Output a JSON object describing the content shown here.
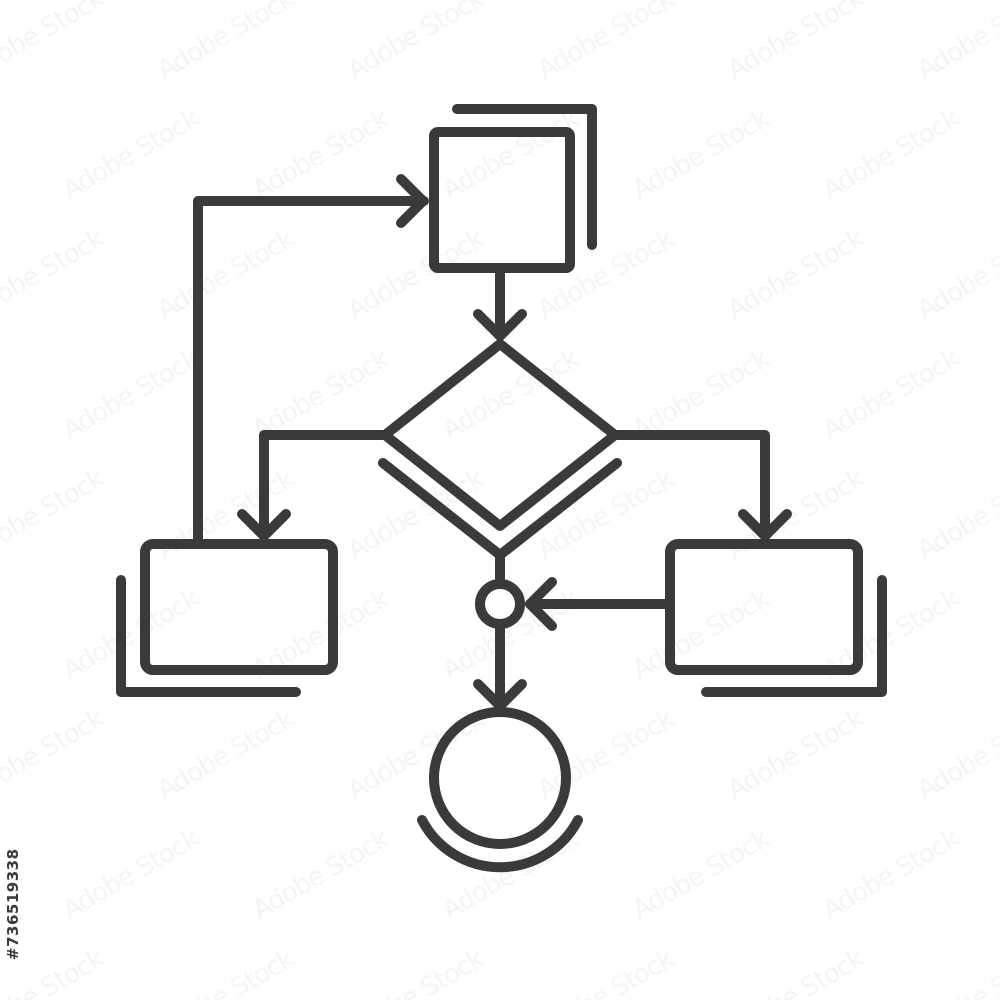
{
  "colors": {
    "background": "#ffffff",
    "stroke": "#3a3a3a",
    "watermark": "#969696"
  },
  "watermark": {
    "text": "Adobe Stock"
  },
  "stock_id": {
    "text": "#736519338"
  },
  "diagram": {
    "icon_name": "flowchart-icon",
    "nodes": [
      {
        "id": "start-process",
        "shape": "square",
        "stacked": true
      },
      {
        "id": "decision",
        "shape": "diamond"
      },
      {
        "id": "left-process",
        "shape": "rectangle",
        "stacked": true
      },
      {
        "id": "right-process",
        "shape": "rectangle",
        "stacked": true
      },
      {
        "id": "junction",
        "shape": "small-circle"
      },
      {
        "id": "terminator",
        "shape": "circle"
      }
    ],
    "edges": [
      {
        "from": "start-process",
        "to": "decision"
      },
      {
        "from": "decision",
        "to": "left-process"
      },
      {
        "from": "decision",
        "to": "right-process"
      },
      {
        "from": "decision",
        "to": "junction"
      },
      {
        "from": "right-process",
        "to": "junction"
      },
      {
        "from": "junction",
        "to": "terminator"
      },
      {
        "from": "left-process",
        "to": "start-process"
      }
    ]
  }
}
